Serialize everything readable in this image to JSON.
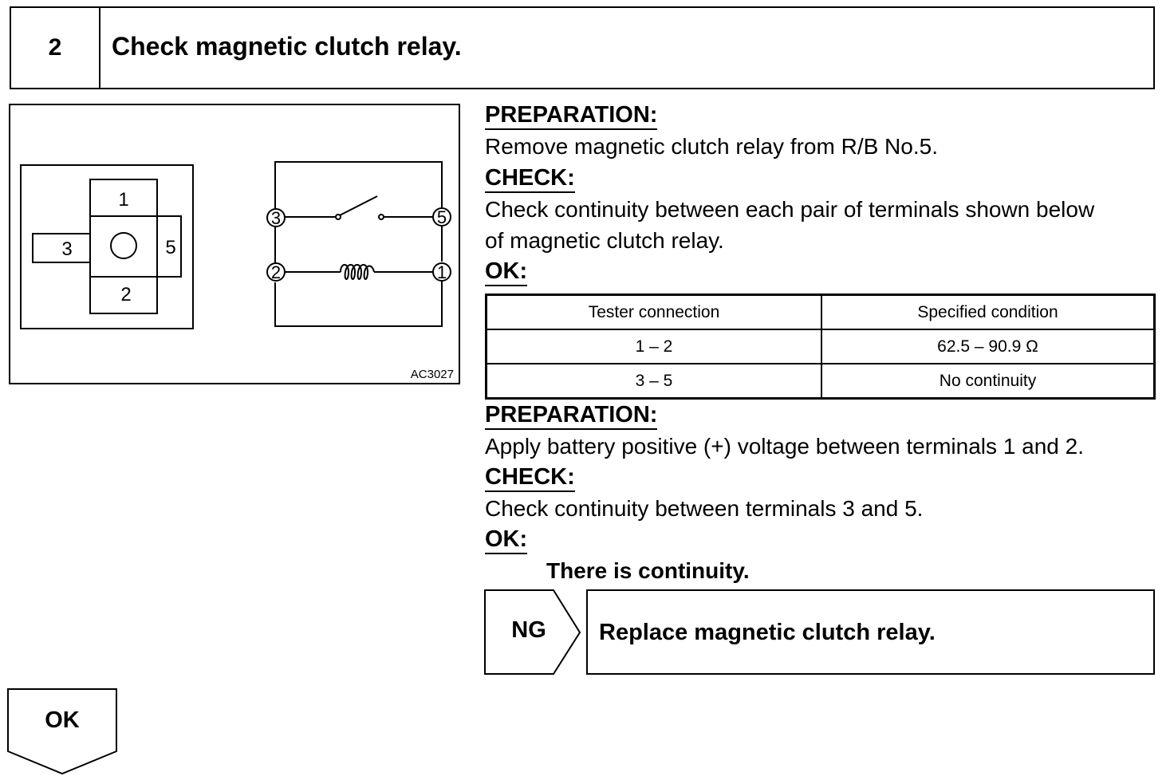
{
  "step": {
    "number": "2",
    "title": "Check magnetic clutch relay."
  },
  "figure": {
    "code": "AC3027",
    "connector_terminals": [
      "1",
      "3",
      "5",
      "2"
    ],
    "schematic_terminals": [
      "3",
      "5",
      "2",
      "1"
    ]
  },
  "procedure1": {
    "preparation_heading": "PREPARATION:",
    "preparation_text": "Remove magnetic clutch relay from R/B No.5.",
    "check_heading": "CHECK:",
    "check_text_line1": "Check continuity between each pair of terminals shown below",
    "check_text_line2": "of magnetic clutch relay.",
    "ok_heading": "OK:"
  },
  "spec_table": {
    "headers": [
      "Tester connection",
      "Specified condition"
    ],
    "rows": [
      [
        "1 – 2",
        "62.5 – 90.9 Ω"
      ],
      [
        "3 – 5",
        "No continuity"
      ]
    ]
  },
  "procedure2": {
    "preparation_heading": "PREPARATION:",
    "preparation_text": "Apply battery positive (+) voltage between terminals 1 and 2.",
    "check_heading": "CHECK:",
    "check_text": "Check continuity between terminals 3 and 5.",
    "ok_heading": "OK:",
    "ok_text": "There is continuity."
  },
  "ng_branch": {
    "label": "NG",
    "action": "Replace magnetic clutch relay."
  },
  "ok_branch": {
    "label": "OK"
  }
}
